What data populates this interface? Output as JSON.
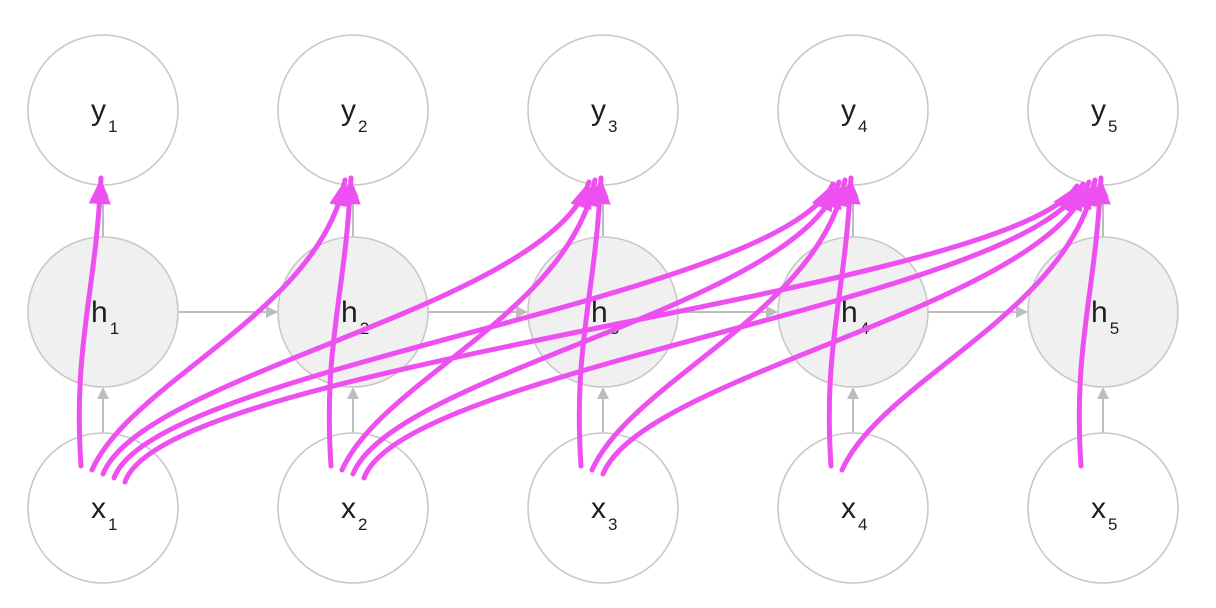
{
  "nodes": [
    {
      "id": "y1",
      "base": "y",
      "sub": "1",
      "kind": "io",
      "row": "top",
      "col": 0
    },
    {
      "id": "y2",
      "base": "y",
      "sub": "2",
      "kind": "io",
      "row": "top",
      "col": 1
    },
    {
      "id": "y3",
      "base": "y",
      "sub": "3",
      "kind": "io",
      "row": "top",
      "col": 2
    },
    {
      "id": "y4",
      "base": "y",
      "sub": "4",
      "kind": "io",
      "row": "top",
      "col": 3
    },
    {
      "id": "y5",
      "base": "y",
      "sub": "5",
      "kind": "io",
      "row": "top",
      "col": 4
    },
    {
      "id": "h1",
      "base": "h",
      "sub": "1",
      "kind": "hidden",
      "row": "middle",
      "col": 0
    },
    {
      "id": "h2",
      "base": "h",
      "sub": "2",
      "kind": "hidden",
      "row": "middle",
      "col": 1
    },
    {
      "id": "h3",
      "base": "h",
      "sub": "3",
      "kind": "hidden",
      "row": "middle",
      "col": 2
    },
    {
      "id": "h4",
      "base": "h",
      "sub": "4",
      "kind": "hidden",
      "row": "middle",
      "col": 3
    },
    {
      "id": "h5",
      "base": "h",
      "sub": "5",
      "kind": "hidden",
      "row": "middle",
      "col": 4
    },
    {
      "id": "x1",
      "base": "x",
      "sub": "1",
      "kind": "io",
      "row": "bottom",
      "col": 0
    },
    {
      "id": "x2",
      "base": "x",
      "sub": "2",
      "kind": "io",
      "row": "bottom",
      "col": 1
    },
    {
      "id": "x3",
      "base": "x",
      "sub": "3",
      "kind": "io",
      "row": "bottom",
      "col": 2
    },
    {
      "id": "x4",
      "base": "x",
      "sub": "4",
      "kind": "io",
      "row": "bottom",
      "col": 3
    },
    {
      "id": "x5",
      "base": "x",
      "sub": "5",
      "kind": "io",
      "row": "bottom",
      "col": 4
    }
  ],
  "recurrent_edges": [
    {
      "from": "h1",
      "to": "h2"
    },
    {
      "from": "h2",
      "to": "h3"
    },
    {
      "from": "h3",
      "to": "h4"
    },
    {
      "from": "h4",
      "to": "h5"
    },
    {
      "from": "x1",
      "to": "h1"
    },
    {
      "from": "x2",
      "to": "h2"
    },
    {
      "from": "x3",
      "to": "h3"
    },
    {
      "from": "x4",
      "to": "h4"
    },
    {
      "from": "x5",
      "to": "h5"
    },
    {
      "from": "h1",
      "to": "y1"
    },
    {
      "from": "h2",
      "to": "y2"
    },
    {
      "from": "h3",
      "to": "y3"
    },
    {
      "from": "h4",
      "to": "y4"
    },
    {
      "from": "h5",
      "to": "y5"
    }
  ],
  "attention_edges": [
    {
      "from": "x1",
      "to": "y1"
    },
    {
      "from": "x1",
      "to": "y2"
    },
    {
      "from": "x1",
      "to": "y3"
    },
    {
      "from": "x1",
      "to": "y4"
    },
    {
      "from": "x1",
      "to": "y5"
    },
    {
      "from": "x2",
      "to": "y2"
    },
    {
      "from": "x2",
      "to": "y3"
    },
    {
      "from": "x2",
      "to": "y4"
    },
    {
      "from": "x2",
      "to": "y5"
    },
    {
      "from": "x3",
      "to": "y3"
    },
    {
      "from": "x3",
      "to": "y4"
    },
    {
      "from": "x3",
      "to": "y5"
    },
    {
      "from": "x4",
      "to": "y4"
    },
    {
      "from": "x4",
      "to": "y5"
    },
    {
      "from": "x5",
      "to": "y5"
    }
  ],
  "colors": {
    "attention": "#ee4ff0",
    "recurrent": "#bdbdbd",
    "node_stroke": "#c8c8c8",
    "hidden_fill": "#f0f0f0",
    "io_fill": "#ffffff",
    "text": "#1e1e1e"
  }
}
